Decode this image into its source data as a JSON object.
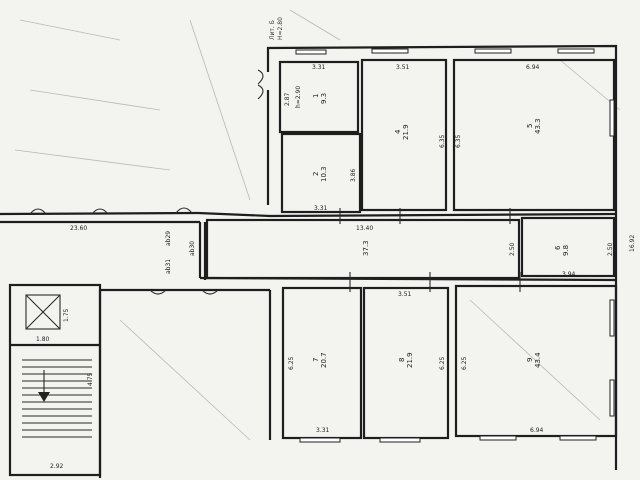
{
  "floor_plan": {
    "stamp": [
      "Лит. Б",
      "Н=2.80"
    ],
    "rooms": [
      {
        "number": "1",
        "area": "9.3",
        "extra": "h=2.90"
      },
      {
        "number": "2",
        "area": "10.3",
        "extra": ""
      },
      {
        "number": "4",
        "area": "21.9",
        "extra": ""
      },
      {
        "number": "5",
        "area": "43.3",
        "extra": ""
      },
      {
        "number": "6",
        "area": "9.8",
        "extra": ""
      },
      {
        "number": "7",
        "area": "20.7",
        "extra": ""
      },
      {
        "number": "8",
        "area": "21.9",
        "extra": ""
      },
      {
        "number": "9",
        "area": "43.4",
        "extra": ""
      },
      {
        "number": "",
        "area": "37.3",
        "extra": ""
      }
    ],
    "dimensions": {
      "top_room1_width": "3.31",
      "top_room4_width": "3.51",
      "top_room5_width": "6.94",
      "room1_height": "2.87",
      "room2_height": "3.86",
      "room4_height": "6.35",
      "room5_height": "6.35",
      "room2_bottom_width": "3.31",
      "corridor_left_length": "23.60",
      "corridor_length": "13.40",
      "corridor_width_a": "2.50",
      "corridor_width_b": "2.50",
      "room6_width": "3.94",
      "room8_top_width": "3.51",
      "room7_height": "6.25",
      "room8_height": "6.25",
      "room9_height": "6.25",
      "room7_bottom_width": "3.31",
      "room9_bottom_width": "6.94",
      "overall_depth": "16.92",
      "stair_small_a": "1.75",
      "stair_small_b": "1.80",
      "stair_run": "4.75",
      "stair_width": "2.92",
      "corridor_left_a": "ab29",
      "corridor_left_b": "ab30",
      "corridor_left_c": "ab31"
    }
  }
}
